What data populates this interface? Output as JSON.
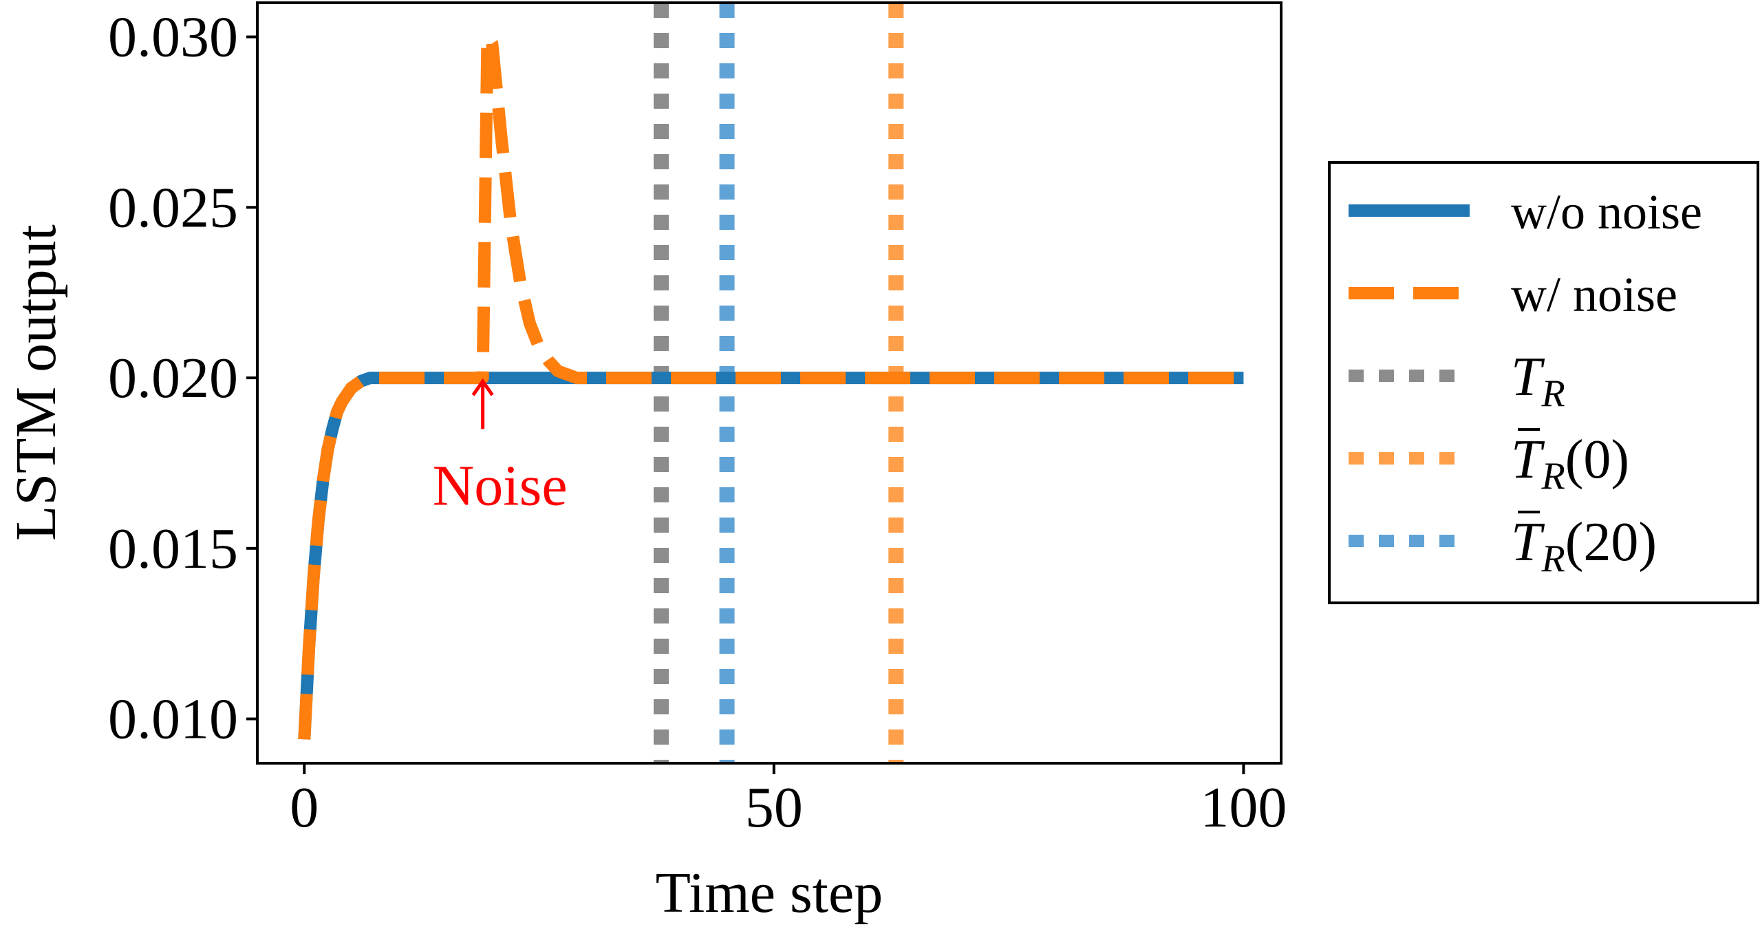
{
  "chart_data": {
    "type": "line",
    "title": "",
    "xlabel": "Time step",
    "ylabel": "LSTM output",
    "xlim": [
      -5,
      104
    ],
    "ylim": [
      0.0087,
      0.031
    ],
    "xticks": [
      0,
      50,
      100
    ],
    "xtick_labels": [
      "0",
      "50",
      "100"
    ],
    "yticks": [
      0.01,
      0.015,
      0.02,
      0.025,
      0.03
    ],
    "ytick_labels": [
      "0.010",
      "0.015",
      "0.020",
      "0.025",
      "0.030"
    ],
    "grid": false,
    "legend_placement": "outside-right",
    "series": [
      {
        "name": "w/o noise",
        "color": "#1f77b4",
        "style": "solid",
        "x": [
          0,
          0.5,
          1,
          1.5,
          2,
          2.5,
          3,
          3.5,
          4,
          4.5,
          5,
          6,
          7,
          8,
          9,
          10,
          12,
          15,
          20,
          30,
          40,
          50,
          60,
          70,
          80,
          90,
          100
        ],
        "y": [
          0.0094,
          0.0121,
          0.0142,
          0.0158,
          0.017,
          0.0179,
          0.0185,
          0.019,
          0.0193,
          0.0195,
          0.0197,
          0.0199,
          0.02,
          0.02,
          0.02,
          0.02,
          0.02,
          0.02,
          0.02,
          0.02,
          0.02,
          0.02,
          0.02,
          0.02,
          0.02,
          0.02,
          0.02
        ]
      },
      {
        "name": "w/ noise",
        "color": "#ff7f0e",
        "style": "dashed",
        "x": [
          0,
          0.5,
          1,
          1.5,
          2,
          2.5,
          3,
          3.5,
          4,
          4.5,
          5,
          6,
          7,
          8,
          9,
          10,
          12,
          15,
          18,
          19,
          19.5,
          20,
          21,
          22,
          23,
          24,
          25,
          26,
          27,
          28,
          29,
          30,
          35,
          40,
          50,
          60,
          70,
          80,
          90,
          100
        ],
        "y": [
          0.0094,
          0.0121,
          0.0142,
          0.0158,
          0.017,
          0.0179,
          0.0185,
          0.019,
          0.0193,
          0.0195,
          0.0197,
          0.0199,
          0.02,
          0.02,
          0.02,
          0.02,
          0.02,
          0.02,
          0.02,
          0.02,
          0.03,
          0.0298,
          0.027,
          0.0245,
          0.0228,
          0.0216,
          0.0209,
          0.0205,
          0.0202,
          0.0201,
          0.02,
          0.02,
          0.02,
          0.02,
          0.02,
          0.02,
          0.02,
          0.02,
          0.02,
          0.02
        ]
      }
    ],
    "vlines": [
      {
        "name": "T_R",
        "x": 38,
        "color": "#8c8c8c"
      },
      {
        "name": "T̄_R(0)",
        "x": 63,
        "color": "#ff9f4a"
      },
      {
        "name": "T̄_R(20)",
        "x": 45,
        "color": "#5fa2d6"
      }
    ],
    "annotation": {
      "text": "Noise",
      "color": "#ff0000",
      "arrow_x": 19,
      "arrow_y_from": 0.0185,
      "arrow_y_to": 0.0199
    },
    "legend": [
      {
        "label": "w/o noise",
        "color": "#1f77b4",
        "style": "solid"
      },
      {
        "label": "w/ noise",
        "color": "#ff7f0e",
        "style": "dashed"
      },
      {
        "label": "T",
        "sub": "R",
        "arg": "",
        "bar": false,
        "color": "#8c8c8c",
        "style": "dotted"
      },
      {
        "label": "T",
        "sub": "R",
        "arg": "(0)",
        "bar": true,
        "color": "#ff9f4a",
        "style": "dotted"
      },
      {
        "label": "T",
        "sub": "R",
        "arg": "(20)",
        "bar": true,
        "color": "#5fa2d6",
        "style": "dotted"
      }
    ]
  }
}
